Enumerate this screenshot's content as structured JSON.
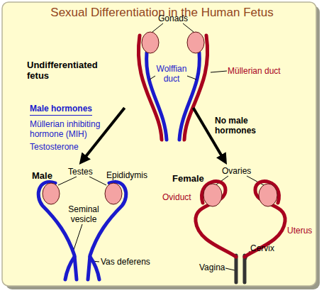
{
  "diagram": {
    "title": "Sexual Differentiation in the Human Fetus",
    "nodes": [
      {
        "text": [
          "Undifferentiated fetus"
        ]
      },
      {
        "text": [
          "Male"
        ]
      },
      {
        "text": [
          "Female"
        ]
      }
    ],
    "edges": [
      {
        "from": 0,
        "to": 1,
        "arrow": "to",
        "label": "Male hormones"
      },
      {
        "from": 0,
        "to": 2,
        "arrow": "to",
        "label": "No male hormones"
      }
    ],
    "labels": [
      "Gonads",
      "Wolffian duct",
      "Müllerian duct",
      "Müllerian inhibiting hormone (MIH)",
      "Testosterone",
      "Testes",
      "Epididymis",
      "Seminal vesicle",
      "Vas deferens",
      "Ovaries",
      "Oviduct",
      "Uterus",
      "Cervix",
      "Vagina"
    ]
  }
}
